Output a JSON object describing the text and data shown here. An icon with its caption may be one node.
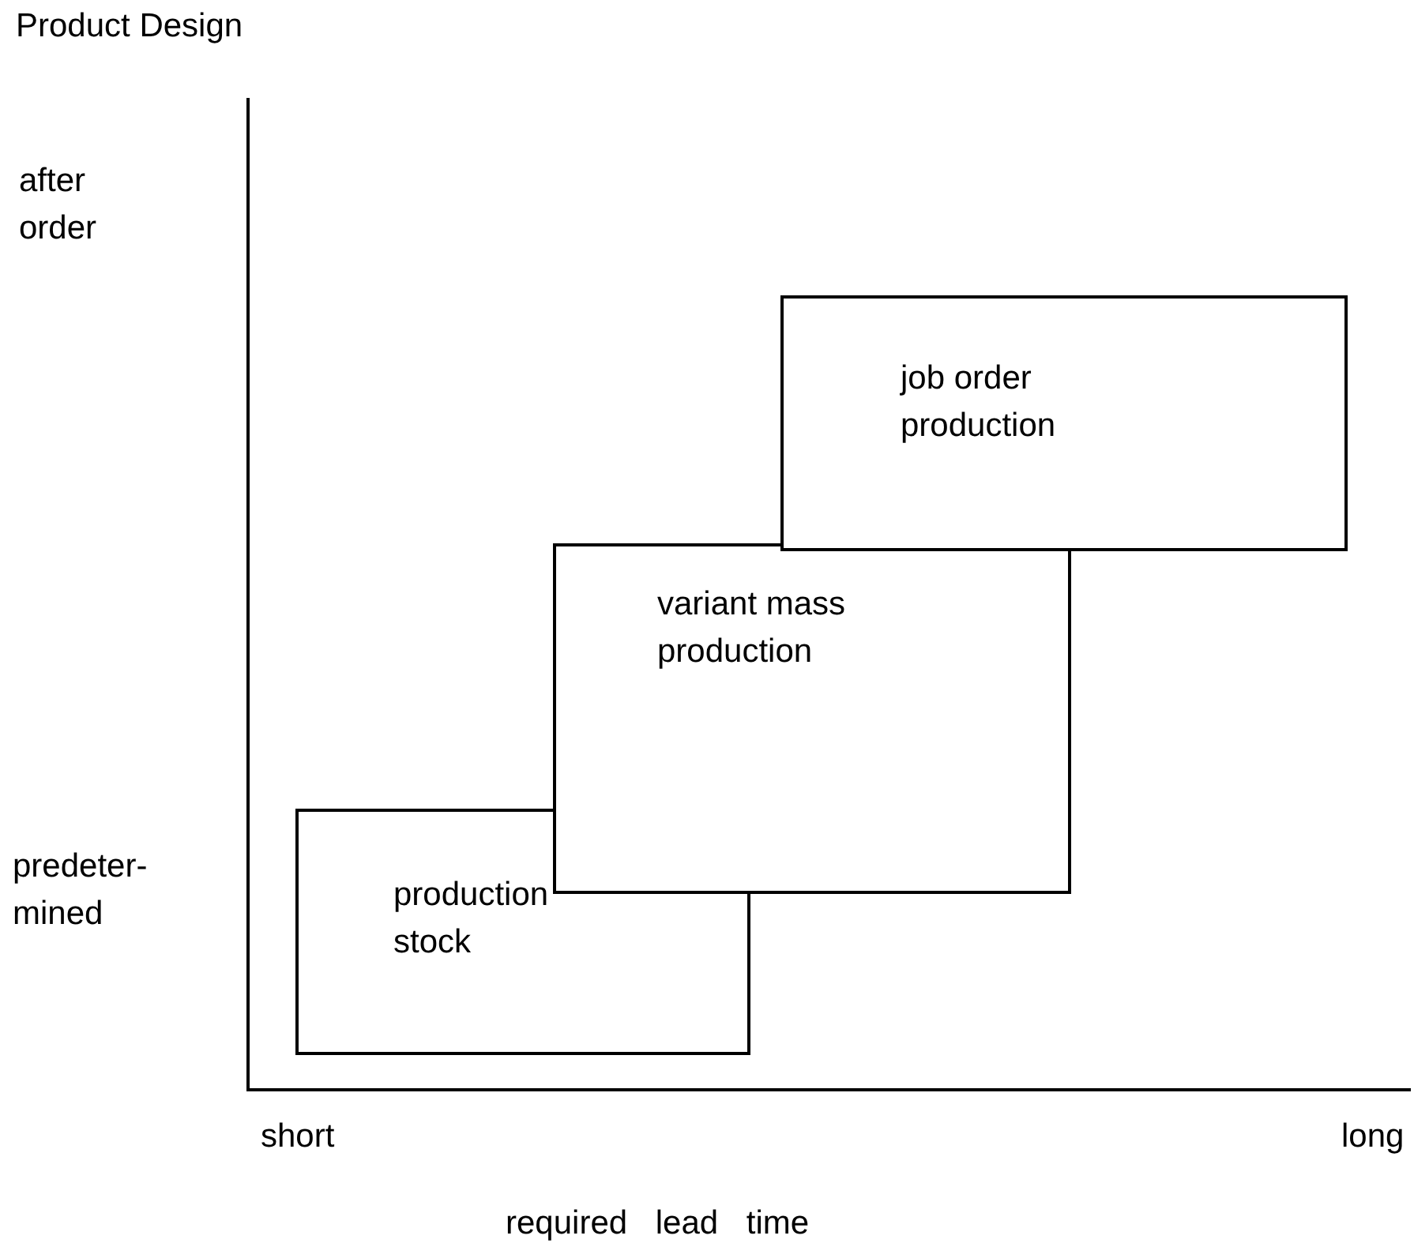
{
  "diagram": {
    "nodes": [
      {
        "text": [
          "production stock"
        ]
      },
      {
        "text": [
          "variant mass production"
        ]
      },
      {
        "text": [
          "job order production"
        ]
      }
    ],
    "edges": [],
    "labels": [
      "Product Design",
      "after order",
      "predeter- mined",
      "short",
      "long",
      "required lead time"
    ]
  }
}
